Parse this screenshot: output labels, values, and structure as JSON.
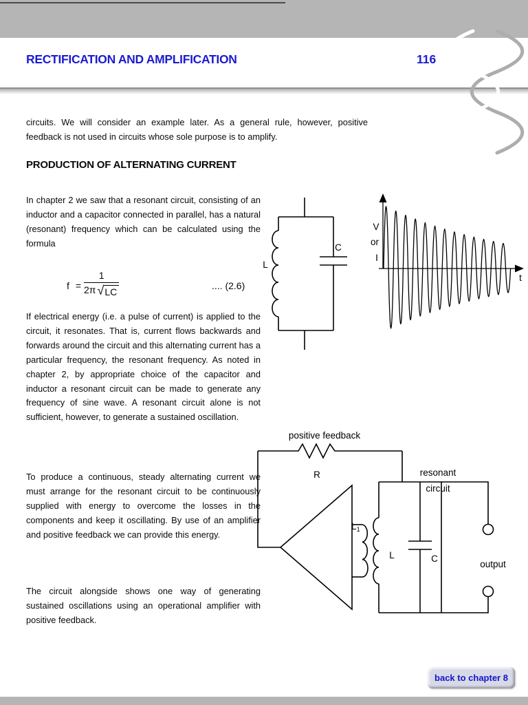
{
  "header": {
    "title": "RECTIFICATION AND AMPLIFICATION",
    "page_number": "116"
  },
  "content": {
    "intro": "circuits.  We will consider an example later.  As a general rule, however, positive feedback is not used in circuits whose sole purpose is to amplify.",
    "section_heading": "PRODUCTION OF ALTERNATING CURRENT",
    "para_resonant": "In chapter 2 we saw that a resonant circuit, consisting of an inductor and a capacitor connected in parallel, has a natural (resonant) frequency which can be calculated using the formula",
    "formula": {
      "lhs": "f",
      "equals": "=",
      "numerator": "1",
      "two_pi": "2π",
      "sqrt": "√",
      "radicand": "LC",
      "ref": ".... (2.6)"
    },
    "para_energy": "If electrical energy (i.e. a pulse of current) is applied to the circuit, it resonates.  That is, current flows backwards and forwards around the circuit and this alternating current has a particular frequency, the resonant frequency.  As noted in chapter 2, by appropriate choice of the capacitor and inductor a resonant circuit can be made to generate any frequency of sine wave.  A resonant circuit alone is not sufficient, however, to generate a sustained oscillation.",
    "para_continuous": "To produce a continuous, steady alternating current we must arrange for the resonant circuit to be continuously supplied with energy to overcome the losses in the components and keep it oscillating.  By use of an amplifier and positive feedback we can provide this energy.",
    "para_circuit": "The circuit alongside shows one way of generating sustained oscillations using an operational amplifier with positive feedback."
  },
  "diagrams": {
    "lc": {
      "inductor_label": "L",
      "capacitor_label": "C"
    },
    "damped": {
      "v_label": "V",
      "or_label": "or",
      "i_label": "I",
      "t_label": "t"
    },
    "oscillator": {
      "feedback_label": "positive feedback",
      "resistor_label": "R",
      "primary_label": "L",
      "primary_sub": "1",
      "secondary_label": "L",
      "capacitor_label": "C",
      "resonant_label_line1": "resonant",
      "resonant_label_line2": "circuit",
      "output_label": "output"
    }
  },
  "footer": {
    "back_button": "back to chapter 8"
  },
  "colors": {
    "accent_blue": "#1b1bd1"
  }
}
